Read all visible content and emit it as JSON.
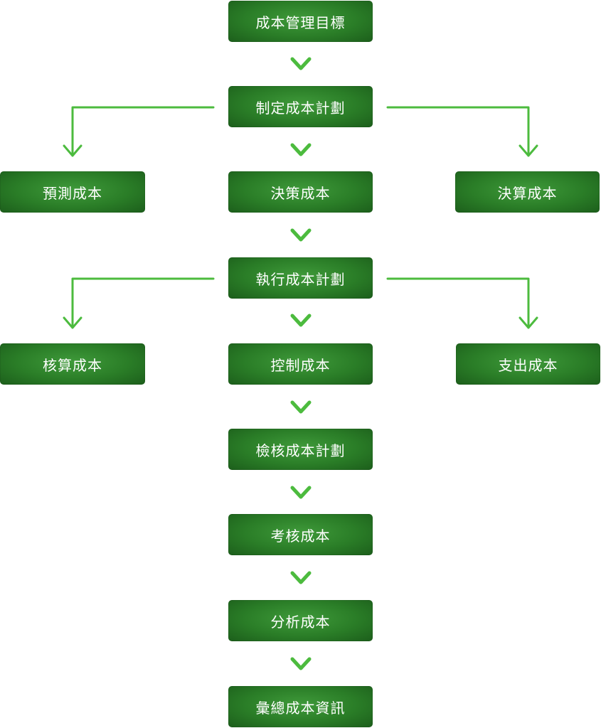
{
  "diagram": {
    "nodes": [
      {
        "id": "cost-management-goal",
        "label": "成本管理目標"
      },
      {
        "id": "formulate-cost-plan",
        "label": "制定成本計劃"
      },
      {
        "id": "forecast-cost",
        "label": "預測成本"
      },
      {
        "id": "decision-cost",
        "label": "決策成本"
      },
      {
        "id": "settlement-cost",
        "label": "決算成本"
      },
      {
        "id": "execute-cost-plan",
        "label": "執行成本計劃"
      },
      {
        "id": "accounting-cost",
        "label": "核算成本"
      },
      {
        "id": "control-cost",
        "label": "控制成本"
      },
      {
        "id": "expense-cost",
        "label": "支出成本"
      },
      {
        "id": "review-cost-plan",
        "label": "檢核成本計劃"
      },
      {
        "id": "assess-cost",
        "label": "考核成本"
      },
      {
        "id": "analyze-cost",
        "label": "分析成本"
      },
      {
        "id": "summarize-cost-info",
        "label": "彙總成本資訊"
      }
    ],
    "edges": [
      {
        "from": "cost-management-goal",
        "to": "formulate-cost-plan"
      },
      {
        "from": "formulate-cost-plan",
        "to": "forecast-cost"
      },
      {
        "from": "formulate-cost-plan",
        "to": "decision-cost"
      },
      {
        "from": "formulate-cost-plan",
        "to": "settlement-cost"
      },
      {
        "from": "decision-cost",
        "to": "execute-cost-plan"
      },
      {
        "from": "execute-cost-plan",
        "to": "accounting-cost"
      },
      {
        "from": "execute-cost-plan",
        "to": "control-cost"
      },
      {
        "from": "execute-cost-plan",
        "to": "expense-cost"
      },
      {
        "from": "control-cost",
        "to": "review-cost-plan"
      },
      {
        "from": "review-cost-plan",
        "to": "assess-cost"
      },
      {
        "from": "assess-cost",
        "to": "analyze-cost"
      },
      {
        "from": "analyze-cost",
        "to": "summarize-cost-info"
      }
    ],
    "colors": {
      "node_fill": "#2a7d27",
      "node_text": "#ffffff",
      "arrow": "#4cbb3e"
    }
  }
}
